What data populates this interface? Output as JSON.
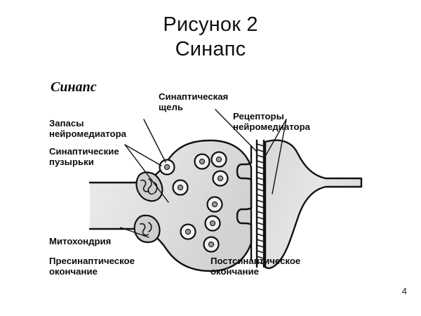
{
  "slide": {
    "title": "Рисунок 2\nСинапс",
    "page_number": "4",
    "background_color": "#ffffff",
    "text_color": "#111111"
  },
  "figure": {
    "heading": "Синапс",
    "labels": {
      "neurotransmitter_stores": "Запасы\nнейромедиатора",
      "synaptic_vesicles": "Синаптические\nпузырьки",
      "synaptic_cleft": "Синаптическая\nщель",
      "neurotransmitter_receptors": "Рецепторы\nнейромедиатора",
      "mitochondrion": "Митохондрия",
      "presynaptic_terminal": "Пресинаптическое\nокончание",
      "postsynaptic_terminal": "Постсинаптическое\nокончание"
    },
    "label_lines": {
      "neurotransmitter_stores": [
        "Запасы",
        "нейромедиатора"
      ],
      "synaptic_vesicles": [
        "Синаптические",
        "пузырьки"
      ],
      "synaptic_cleft": [
        "Синаптическая",
        "щель"
      ],
      "neurotransmitter_receptors": [
        "Рецепторы",
        "нейромедиатора"
      ],
      "mitochondrion": [
        "Митохондрия"
      ],
      "presynaptic_terminal": [
        "Пресинаптическое",
        "окончание"
      ],
      "postsynaptic_terminal": [
        "Постсинаптическое",
        "окончание"
      ]
    },
    "structures": {
      "vesicle_count": 8,
      "mitochondria_count": 2,
      "active_zone_count": 2,
      "cleft_hatch_count": 22
    },
    "colors": {
      "outline": "#111111",
      "cytoplasm_light": "#f0f0f0",
      "cytoplasm_mid": "#dcdcdc",
      "vesicle_core": "#9a9a9a",
      "mitochondria_fill": "#cfcfcf"
    }
  }
}
